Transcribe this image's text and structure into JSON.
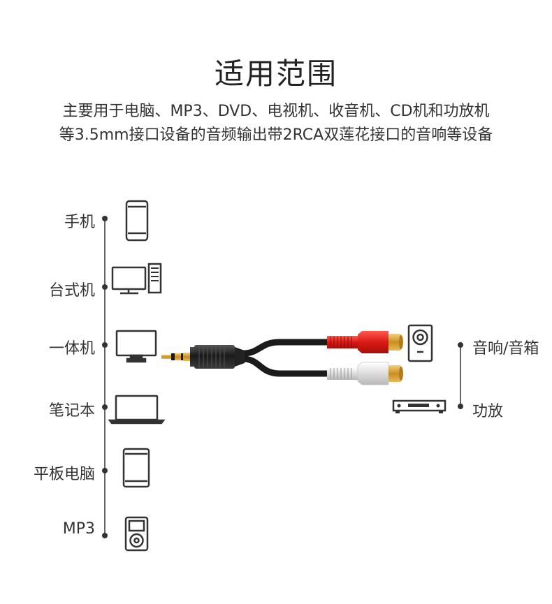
{
  "header": {
    "title": "适用范围",
    "subtitle_line1": "主要用于电脑、MP3、DVD、电视机、收音机、CD机和功放机",
    "subtitle_line2": "等3.5mm接口设备的音频输出带2RCA双莲花接口的音响等设备"
  },
  "sources": [
    {
      "label": "手机",
      "icon": "smartphone-icon"
    },
    {
      "label": "台式机",
      "icon": "desktop-computer-icon"
    },
    {
      "label": "一体机",
      "icon": "all-in-one-pc-icon"
    },
    {
      "label": "笔记本",
      "icon": "laptop-icon"
    },
    {
      "label": "平板电脑",
      "icon": "tablet-icon"
    },
    {
      "label": "MP3",
      "icon": "mp3-player-icon"
    }
  ],
  "destinations": [
    {
      "label": "音响/音箱",
      "icon": "speaker-icon"
    },
    {
      "label": "功放",
      "icon": "amplifier-icon"
    }
  ],
  "cable": {
    "name": "3.5mm to 2RCA cable",
    "red_plug_color": "#e0221e",
    "white_plug_color": "#e8e8e8",
    "gold_color": "#d9a33a"
  }
}
